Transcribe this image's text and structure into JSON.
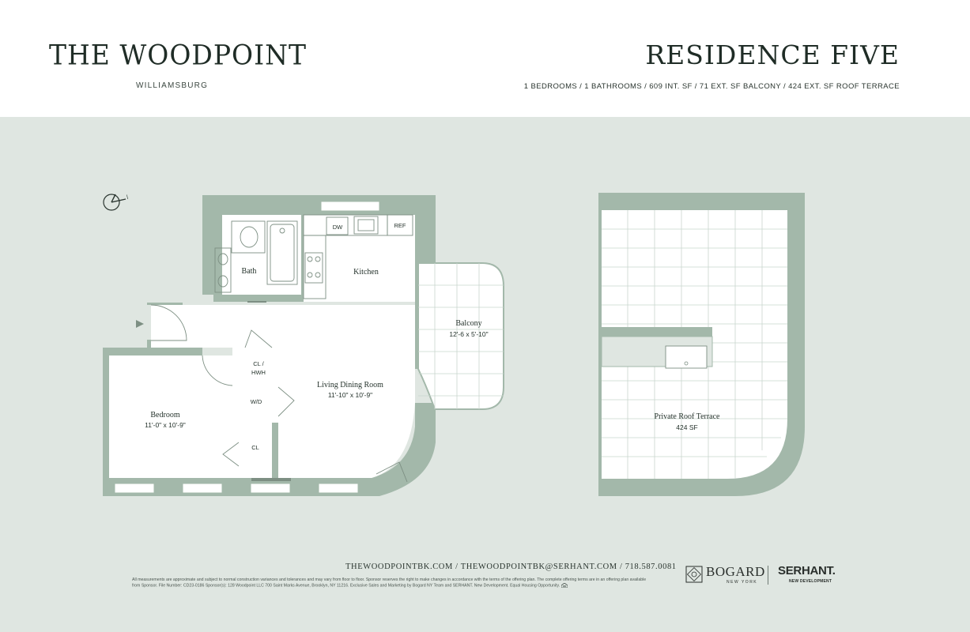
{
  "header": {
    "building_name": "THE WOODPOINT",
    "neighborhood": "WILLIAMSBURG",
    "residence_name": "RESIDENCE FIVE",
    "specs": "1 BEDROOMS  / 1 BATHROOMS / 609 INT. SF  /  71 EXT. SF BALCONY  / 424 EXT. SF ROOF TERRACE"
  },
  "plan": {
    "rooms": {
      "bath": "Bath",
      "kitchen": "Kitchen",
      "balcony": "Balcony",
      "balcony_dim": "12'-6 x 5'-10\"",
      "living": "Living Dining Room",
      "living_dim": "11'-10\" x 10'-9\"",
      "bedroom": "Bedroom",
      "bedroom_dim": "11'-0\" x 10'-9\"",
      "terrace": "Private Roof Terrace",
      "terrace_dim": "424 SF"
    },
    "fixtures": {
      "dw": "DW",
      "ref": "REF",
      "cl_hwh_1": "CL /",
      "cl_hwh_2": "HWH",
      "wd": "W/D",
      "cl": "CL"
    }
  },
  "footer": {
    "contact": "THEWOODPOINTBK.COM  /  THEWOODPOINTBK@SERHANT.COM  /  718.587.0081",
    "disclaimer": "All measurements are approximate and subject to normal construction variances and tolerances and may vary from floor to floor. Sponsor reserves the right to make changes in accordance with the terms of the offering plan. The complete offering terms are in an offering plan available from Sponsor. File Number: CD23-0186 Sponsor(s): 128 Woodpoint LLC 700 Saint Marks Avenue, Brooklyn, NY 11216. Exclusive Sales and Marketing by Bogard NY Team and SERHANT. New Development. Equal Housing Opportunity.",
    "logo_bogard": "BOGARD",
    "logo_bogard_sub": "NEW YORK",
    "logo_serhant": "SERHANT.",
    "logo_serhant_sub": "NEW DEVELOPMENT"
  },
  "colors": {
    "wall": "#a3b8aa",
    "background": "#dfe6e1",
    "floor": "#ffffff",
    "text": "#24322b"
  },
  "icons": [
    "north-arrow-icon",
    "entry-arrow-icon",
    "bogard-logo-icon",
    "equal-housing-icon"
  ]
}
